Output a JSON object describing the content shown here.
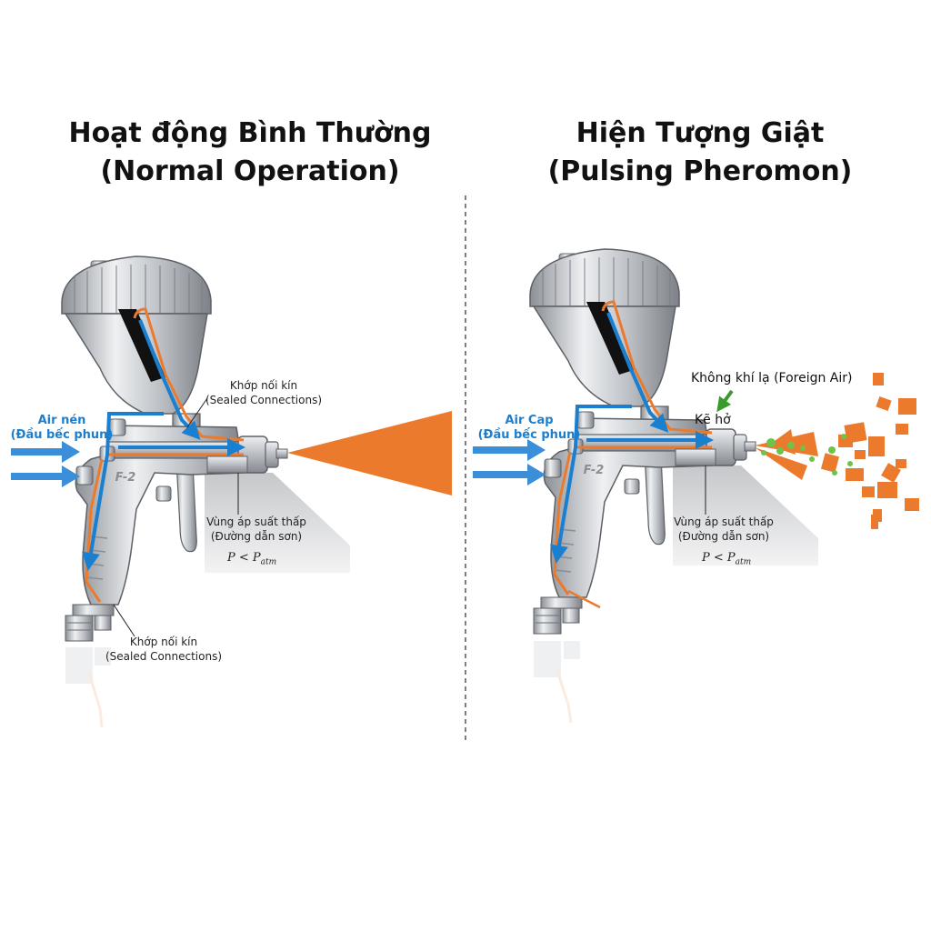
{
  "left": {
    "title_line1": "Hoạt động Bình Thường",
    "title_line2": "(Normal Operation)",
    "air_label_line1": "Air nén",
    "air_label_line2": "(Đầu bếc phun)",
    "sealed_top_line1": "Khớp nối kín",
    "sealed_top_line2": "(Sealed Connections)",
    "low_pressure_line1": "Vùng áp suất thấp",
    "low_pressure_line2": "(Đường dẫn sơn)",
    "formula_p": "P < P",
    "formula_sub": "atm",
    "sealed_bottom_line1": "Khớp nối kín",
    "sealed_bottom_line2": "(Sealed Connections)",
    "gun_model": "F-2"
  },
  "right": {
    "title_line1": "Hiện Tượng Giật",
    "title_line2": "(Pulsing Pheromon)",
    "air_label_line1": "Air Cap",
    "air_label_line2": "(Đầu bếc phun)",
    "foreign_air": "Không khí lạ (Foreign Air)",
    "gap": "Kẽ hở",
    "low_pressure_line1": "Vùng áp suất thấp",
    "low_pressure_line2": "(Đường dẫn sơn)",
    "formula_p": "P < P",
    "formula_sub": "atm",
    "gun_model": "F-2"
  },
  "colors": {
    "paint": "#ec7a2c",
    "air": "#1b7fd0",
    "bubble": "#6fc34a",
    "metal": "#c9ccd0",
    "divider": "#555555"
  }
}
